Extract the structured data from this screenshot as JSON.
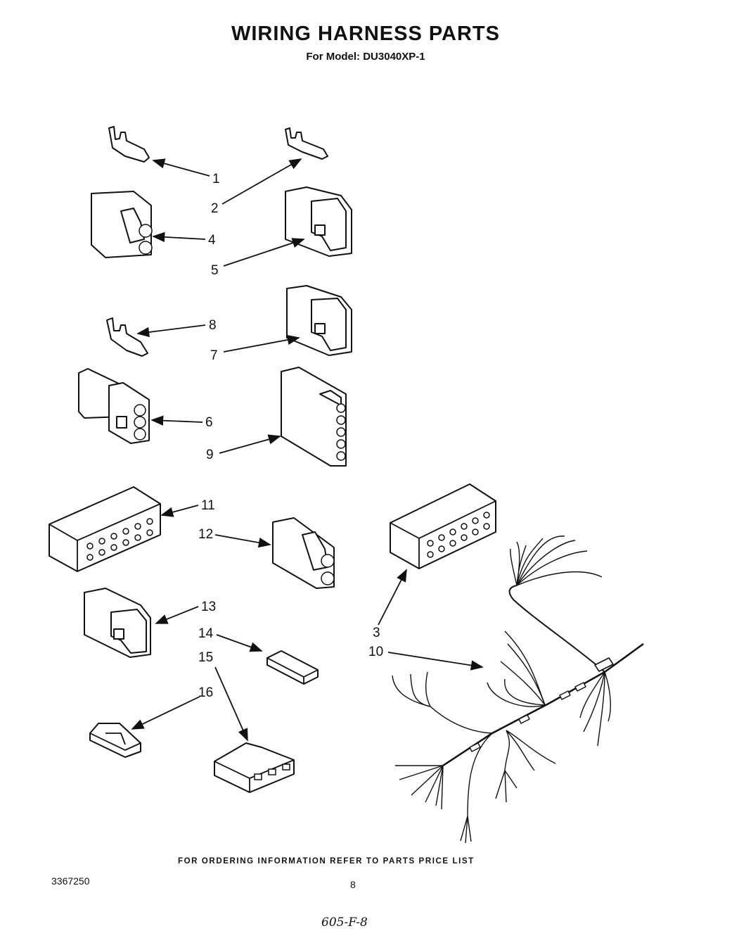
{
  "header": {
    "title": "WIRING HARNESS PARTS",
    "subtitle": "For Model: DU3040XP-1"
  },
  "callouts": {
    "c1": "1",
    "c2": "2",
    "c3": "3",
    "c4": "4",
    "c5": "5",
    "c6": "6",
    "c7": "7",
    "c8": "8",
    "c9": "9",
    "c10": "10",
    "c11": "11",
    "c12": "12",
    "c13": "13",
    "c14": "14",
    "c15": "15",
    "c16": "16"
  },
  "footer": {
    "note": "FOR ORDERING INFORMATION REFER TO PARTS PRICE LIST",
    "doc_number": "3367250",
    "page_number": "8",
    "handwritten": "605-F-8"
  }
}
